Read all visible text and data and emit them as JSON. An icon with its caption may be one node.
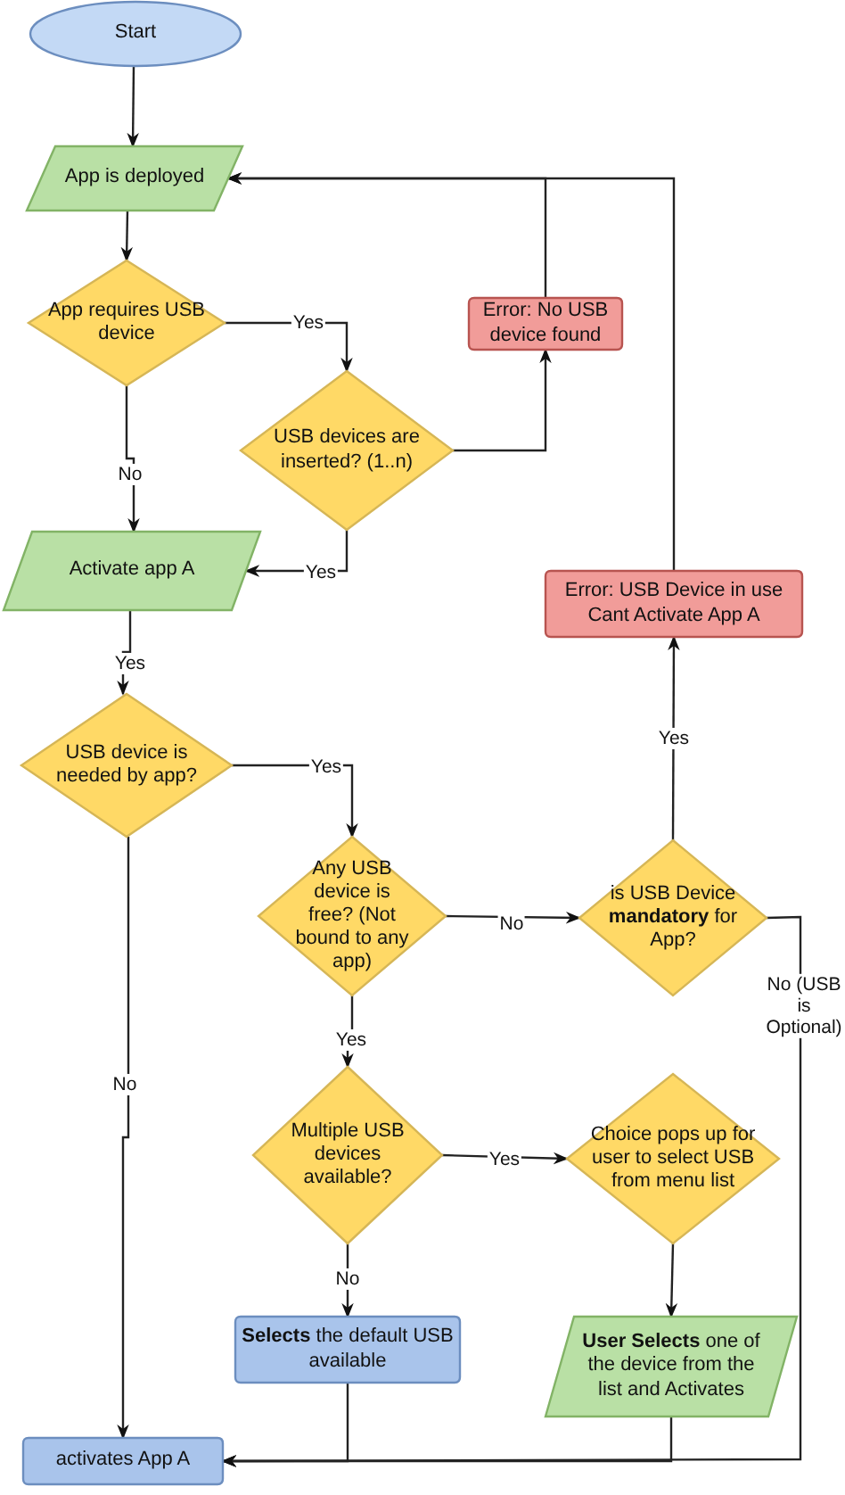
{
  "diagram": {
    "nodes": [
      {
        "text": [
          "Start"
        ]
      },
      {
        "text": [
          "App is deployed"
        ]
      },
      {
        "text": [
          "App requires USB device"
        ]
      },
      {
        "text": [
          "Error: No USB device found"
        ]
      },
      {
        "text": [
          "USB devices are inserted? (1..n)"
        ]
      },
      {
        "text": [
          "Activate app A"
        ]
      },
      {
        "text": [
          "Error: USB Device in use Cant Activate App A"
        ]
      },
      {
        "text": [
          "USB device is needed by app?"
        ]
      },
      {
        "text": [
          "Any USB device is free? (Not bound to any app)"
        ]
      },
      {
        "text": [
          "is USB Device **mandatory** for App?"
        ]
      },
      {
        "text": [
          "Multiple USB devices available?"
        ]
      },
      {
        "text": [
          "Choice pops up for user to select USB from menu list"
        ]
      },
      {
        "text": [
          "**Selects** the default USB available"
        ]
      },
      {
        "text": [
          "**User Selects** one of the device from the list and Activates"
        ]
      },
      {
        "text": [
          "activates App A"
        ]
      }
    ],
    "edges": [
      {
        "from": 0,
        "to": 1,
        "arrow": "to"
      },
      {
        "from": 1,
        "to": 2,
        "arrow": "to"
      },
      {
        "from": 2,
        "to": 4,
        "arrow": "to",
        "label": "Yes"
      },
      {
        "from": 2,
        "to": 5,
        "arrow": "to",
        "label": "No"
      },
      {
        "from": 4,
        "to": 3,
        "arrow": "to"
      },
      {
        "from": 3,
        "to": 1,
        "arrow": "to"
      },
      {
        "from": 4,
        "to": 5,
        "arrow": "to",
        "label": "Yes"
      },
      {
        "from": 5,
        "to": 7,
        "arrow": "to",
        "label": "Yes"
      },
      {
        "from": 7,
        "to": 8,
        "arrow": "to",
        "label": "Yes"
      },
      {
        "from": 7,
        "to": 14,
        "arrow": "to",
        "label": "No"
      },
      {
        "from": 8,
        "to": 9,
        "arrow": "to",
        "label": "No"
      },
      {
        "from": 9,
        "to": 6,
        "arrow": "to",
        "label": "Yes"
      },
      {
        "from": 6,
        "to": 1,
        "arrow": "to"
      },
      {
        "from": 9,
        "to": 14,
        "arrow": "to",
        "label": "No (USB is Optional)"
      },
      {
        "from": 8,
        "to": 10,
        "arrow": "to",
        "label": "Yes"
      },
      {
        "from": 10,
        "to": 11,
        "arrow": "to",
        "label": "Yes"
      },
      {
        "from": 10,
        "to": 12,
        "arrow": "to",
        "label": "No"
      },
      {
        "from": 11,
        "to": 13,
        "arrow": "to"
      },
      {
        "from": 12,
        "to": 14,
        "arrow": "to"
      },
      {
        "from": 13,
        "to": 14,
        "arrow": "to"
      }
    ]
  }
}
